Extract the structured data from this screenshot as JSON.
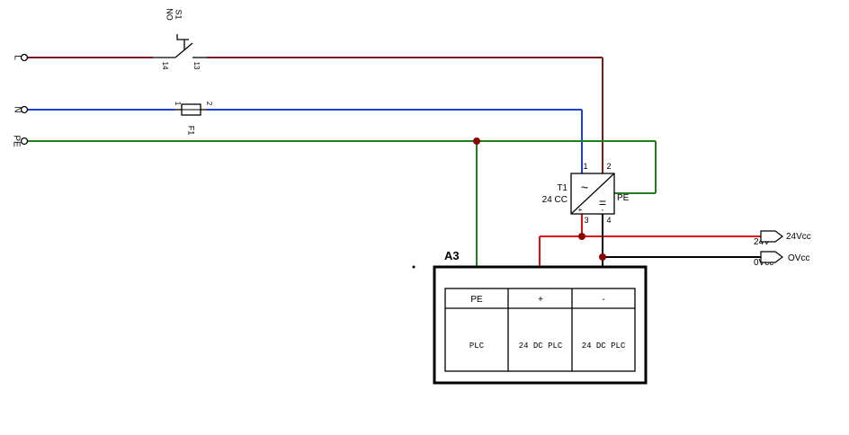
{
  "colors": {
    "line_wire": "#7a1a1a",
    "neutral_wire": "#1f3fd1",
    "pe_wire": "#1e7d1e",
    "plus_wire": "#e01010",
    "zero_wire": "#000000",
    "junction": "#8b0000"
  },
  "terminals": {
    "line": "L",
    "neutral": "N",
    "pe": "PE"
  },
  "switch": {
    "name": "S1",
    "type": "NO",
    "pin_left": "14",
    "pin_right": "13"
  },
  "fuse": {
    "name": "F1",
    "pin_left": "1",
    "pin_right": "2"
  },
  "psu": {
    "name": "T1",
    "code": "24 CC",
    "pin1": "1",
    "pin2": "2",
    "pin3": "3",
    "pin4": "4",
    "pe_label": "PE",
    "plus": "+",
    "minus": "-",
    "ac_symbol": "~",
    "dc_symbol": "="
  },
  "outputs": {
    "v24_wire_label": "24V",
    "v24_tag": "24Vcc",
    "v0_wire_label": "0Vcc",
    "v0_tag": "OVcc"
  },
  "plc": {
    "name": "A3",
    "columns": [
      {
        "header": "PE",
        "body": "PLC"
      },
      {
        "header": "+",
        "body": "24 DC PLC"
      },
      {
        "header": "-",
        "body": "24 DC PLC"
      }
    ]
  }
}
